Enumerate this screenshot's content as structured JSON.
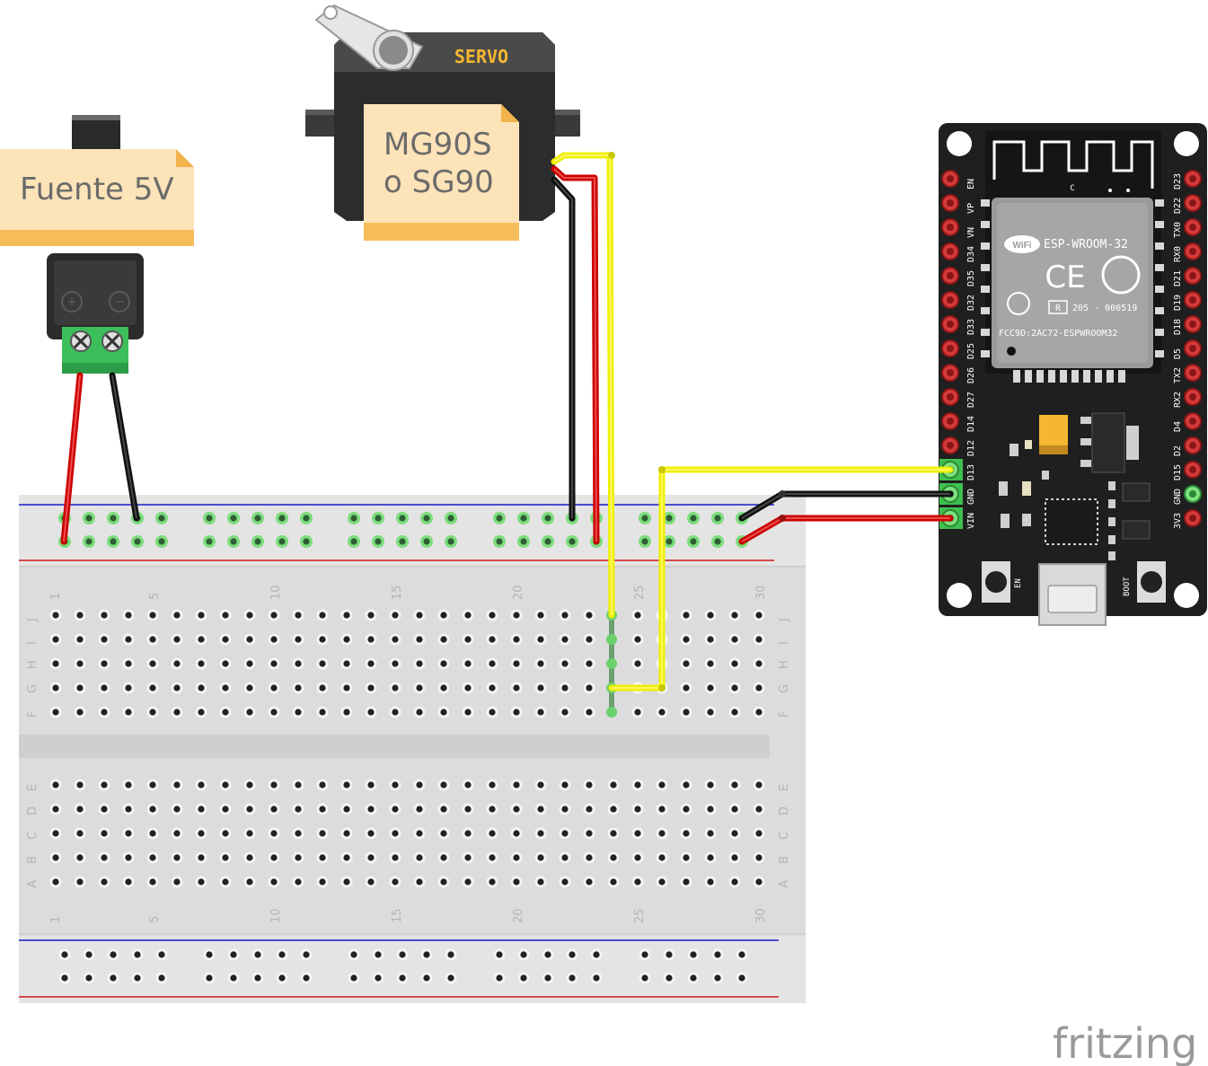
{
  "labels": {
    "power_note": "Fuente 5V",
    "servo_note_line1": "MG90S",
    "servo_note_line2": "o SG90",
    "servo_brand": "SERVO"
  },
  "power_jack": {
    "plus_symbol": "+",
    "minus_symbol": "−"
  },
  "esp32": {
    "module_name": "ESP-WROOM-32",
    "ce_mark": "CE",
    "reg_r": "R",
    "reg_code": "205 - 000519",
    "fcc_id": "FCC9D:2AC72-ESPWROOM32",
    "wifi_badge": "WiFi",
    "antenna_mark": "C",
    "en_button_label": "EN",
    "boot_button_label": "BOOT",
    "left_pins": [
      "EN",
      "VP",
      "VN",
      "D34",
      "D35",
      "D32",
      "D33",
      "D25",
      "D26",
      "D27",
      "D14",
      "D12",
      "D13",
      "GND",
      "VIN"
    ],
    "right_pins": [
      "D23",
      "D22",
      "TX0",
      "RX0",
      "D21",
      "D19",
      "D18",
      "D5",
      "TX2",
      "RX2",
      "D4",
      "D2",
      "D15",
      "GND",
      "3V3"
    ]
  },
  "breadboard": {
    "column_numbers": [
      "1",
      "5",
      "10",
      "15",
      "20",
      "25",
      "30"
    ],
    "rows_top": [
      "J",
      "I",
      "H",
      "G",
      "F"
    ],
    "rows_bottom": [
      "E",
      "D",
      "C",
      "B",
      "A"
    ]
  },
  "wires": {
    "signal_color": "#f5f500",
    "power_color": "#cc0000",
    "ground_color": "#111111"
  },
  "watermark": "fritzing"
}
